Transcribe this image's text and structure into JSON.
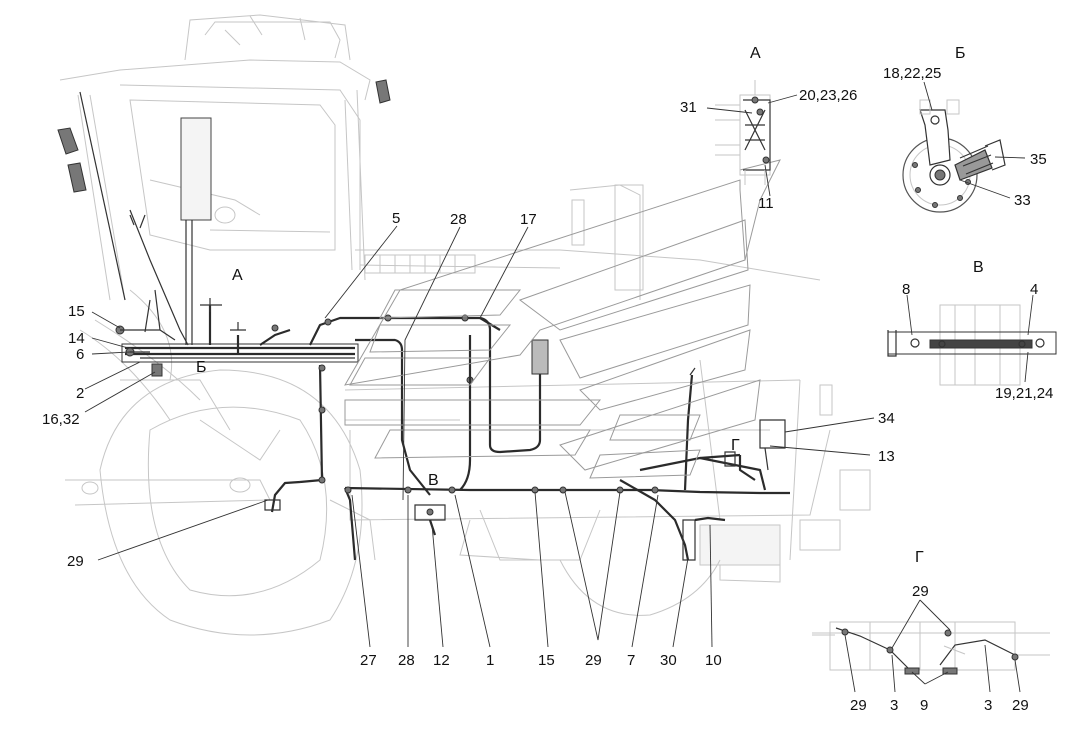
{
  "views": {
    "a": "А",
    "b": "Б",
    "v": "В",
    "g": "Г"
  },
  "main_labels": {
    "l15": "15",
    "l14": "14",
    "l6": "6",
    "l2": "2",
    "l16_32": "16,32",
    "l29_left": "29",
    "l5": "5",
    "l28_top": "28",
    "l17": "17",
    "l34": "34",
    "l13": "13",
    "view_a_marker": "А",
    "view_b_marker": "Б",
    "view_v_marker": "В",
    "view_g_marker": "Г"
  },
  "bottom_labels": [
    "27",
    "28",
    "12",
    "1",
    "15",
    "29",
    "7",
    "30",
    "10"
  ],
  "detail_a": {
    "l31": "31",
    "l20_23_26": "20,23,26",
    "l11": "11"
  },
  "detail_b": {
    "l18_22_25": "18,22,25",
    "l35": "35",
    "l33": "33"
  },
  "detail_v": {
    "l8": "8",
    "l4": "4",
    "l19_21_24": "19,21,24"
  },
  "detail_g": {
    "l29_top": "29",
    "bottom": [
      "29",
      "3",
      "9",
      "3",
      "29"
    ]
  },
  "colors": {
    "harness": "#2b2b2b",
    "outline": "#c6c6c6",
    "text": "#111111"
  }
}
